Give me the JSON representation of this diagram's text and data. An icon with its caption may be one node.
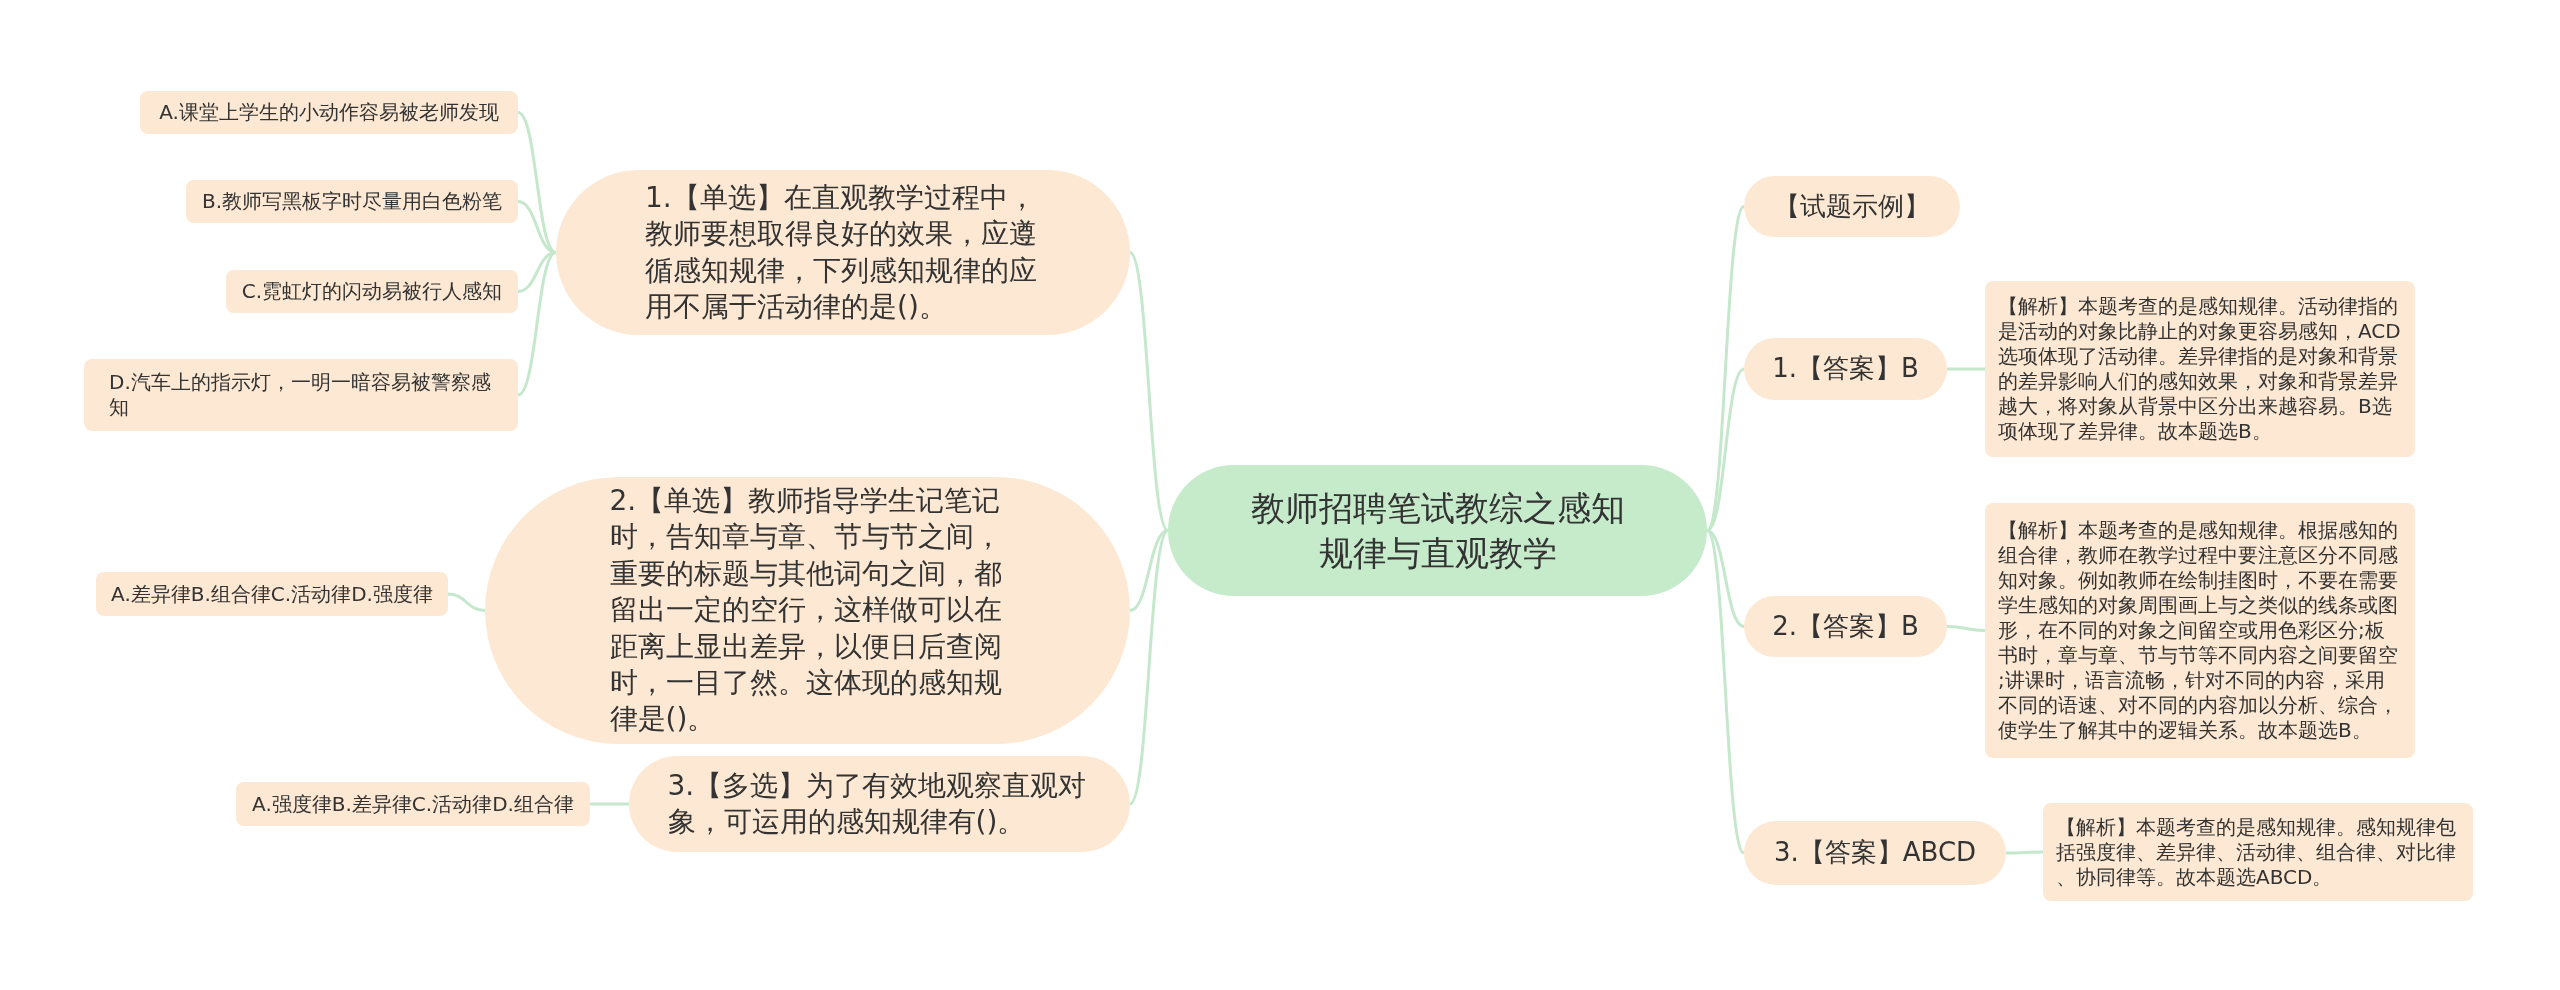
{
  "diagram": {
    "nodes": [
      {
        "text": [
          "教师招聘笔试教综之感知规律与直观教学"
        ]
      },
      {
        "text": [
          "1.【单选】在直观教学过程中，教师要想取得良好的效果，应遵循感知规律，下列感知规律的应用不属于活动律的是()。"
        ]
      },
      {
        "text": [
          "A.课堂上学生的小动作容易被老师发现"
        ]
      },
      {
        "text": [
          "B.教师写黑板字时尽量用白色粉笔"
        ]
      },
      {
        "text": [
          "C.霓虹灯的闪动易被行人感知"
        ]
      },
      {
        "text": [
          "D.汽车上的指示灯，一明一暗容易被警察感知"
        ]
      },
      {
        "text": [
          "2.【单选】教师指导学生记笔记时，告知章与章、节与节之间，重要的标题与其他词句之间，都留出一定的空行，这样做可以在距离上显出差异，以便日后查阅时，一目了然。这体现的感知规律是()。"
        ]
      },
      {
        "text": [
          "A.差异律B.组合律C.活动律D.强度律"
        ]
      },
      {
        "text": [
          "3.【多选】为了有效地观察直观对象，可运用的感知规律有()。"
        ]
      },
      {
        "text": [
          "A.强度律B.差异律C.活动律D.组合律"
        ]
      },
      {
        "text": [
          "【试题示例】"
        ]
      },
      {
        "text": [
          "1.【答案】B"
        ]
      },
      {
        "text": [
          "【解析】本题考查的是感知规律。活动律指的是活动的对象比静止的对象更容易感知，ACD选项体现了活动律。差异律指的是对象和背景的差异影响人们的感知效果，对象和背景差异越大，将对象从背景中区分出来越容易。B选项体现了差异律。故本题选B。"
        ]
      },
      {
        "text": [
          "2.【答案】B"
        ]
      },
      {
        "text": [
          "【解析】本题考查的是感知规律。根据感知的组合律，教师在教学过程中要注意区分不同感知对象。例如教师在绘制挂图时，不要在需要学生感知的对象周围画上与之类似的线条或图形，在不同的对象之间留空或用色彩区分;板书时，章与章、节与节等不同内容之间要留空;讲课时，语言流畅，针对不同的内容，采用不同的语速、对不同的内容加以分析、综合，使学生了解其中的逻辑关系。故本题选B。"
        ]
      },
      {
        "text": [
          "3.【答案】ABCD"
        ]
      },
      {
        "text": [
          "【解析】本题考查的是感知规律。感知规律包括强度律、差异律、活动律、组合律、对比律、协同律等。故本题选ABCD。"
        ]
      }
    ],
    "edges": [
      {
        "from": 0,
        "to": 1,
        "arrow": "none"
      },
      {
        "from": 1,
        "to": 2,
        "arrow": "none"
      },
      {
        "from": 1,
        "to": 3,
        "arrow": "none"
      },
      {
        "from": 1,
        "to": 4,
        "arrow": "none"
      },
      {
        "from": 1,
        "to": 5,
        "arrow": "none"
      },
      {
        "from": 0,
        "to": 6,
        "arrow": "none"
      },
      {
        "from": 6,
        "to": 7,
        "arrow": "none"
      },
      {
        "from": 0,
        "to": 8,
        "arrow": "none"
      },
      {
        "from": 8,
        "to": 9,
        "arrow": "none"
      },
      {
        "from": 0,
        "to": 10,
        "arrow": "none"
      },
      {
        "from": 0,
        "to": 11,
        "arrow": "none"
      },
      {
        "from": 11,
        "to": 12,
        "arrow": "none"
      },
      {
        "from": 0,
        "to": 13,
        "arrow": "none"
      },
      {
        "from": 13,
        "to": 14,
        "arrow": "none"
      },
      {
        "from": 0,
        "to": 15,
        "arrow": "none"
      },
      {
        "from": 15,
        "to": 16,
        "arrow": "none"
      }
    ]
  }
}
